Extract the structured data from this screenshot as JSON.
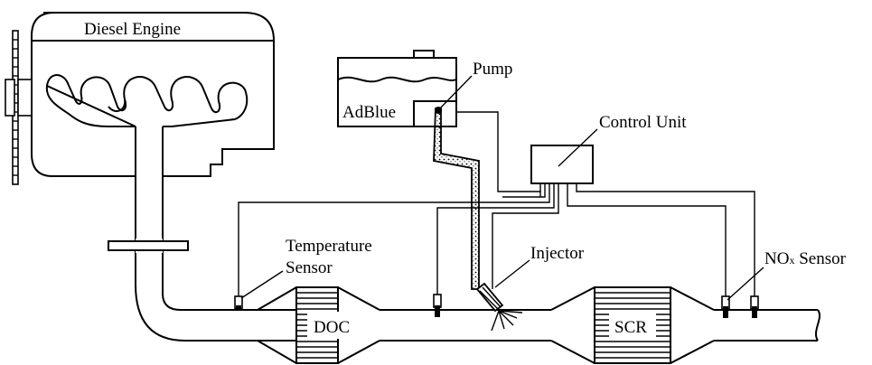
{
  "labels": {
    "engine": "Diesel Engine",
    "pump": "Pump",
    "tank": "AdBlue",
    "control_unit": "Control Unit",
    "temp_sensor_line1": "Temperature",
    "temp_sensor_line2": "Sensor",
    "injector": "Injector",
    "nox_main": "NO",
    "nox_sub": "x",
    "nox_rest": " Sensor",
    "doc": "DOC",
    "scr": "SCR"
  }
}
